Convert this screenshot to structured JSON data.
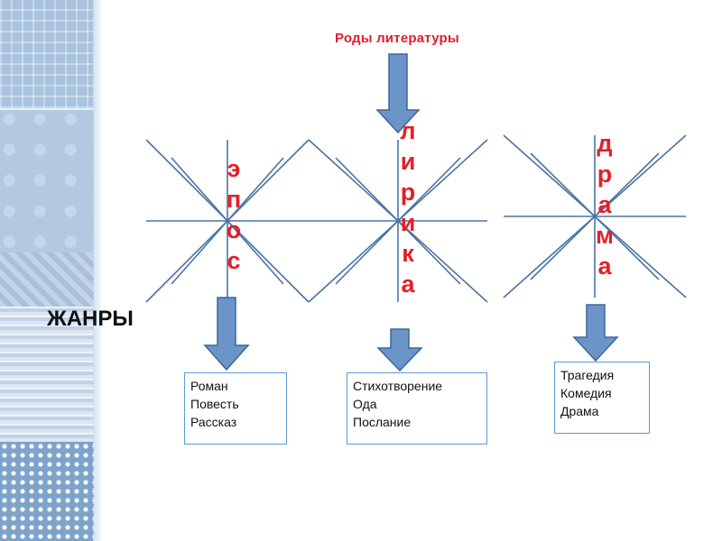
{
  "title": "Роды литературы",
  "genres_label": "ЖАНРЫ",
  "kinds": [
    {
      "word": [
        "э",
        "п",
        "о",
        "с"
      ],
      "genres": [
        "Роман",
        "Повесть",
        "Рассказ"
      ]
    },
    {
      "word": [
        "л",
        "и",
        "р",
        "и",
        "к",
        "а"
      ],
      "genres": [
        "Стихотворение",
        "Ода",
        "Послание"
      ]
    },
    {
      "word": [
        "д",
        "р",
        "а",
        "м",
        "а"
      ],
      "genres": [
        "Трагедия",
        "Комедия",
        "Драма"
      ]
    }
  ],
  "colors": {
    "accent_red": "#e3202a",
    "arrow_fill": "#6b95c8",
    "arrow_stroke": "#3c679c",
    "box_border": "#5b9bd5",
    "star_line": "#4d73a3"
  }
}
